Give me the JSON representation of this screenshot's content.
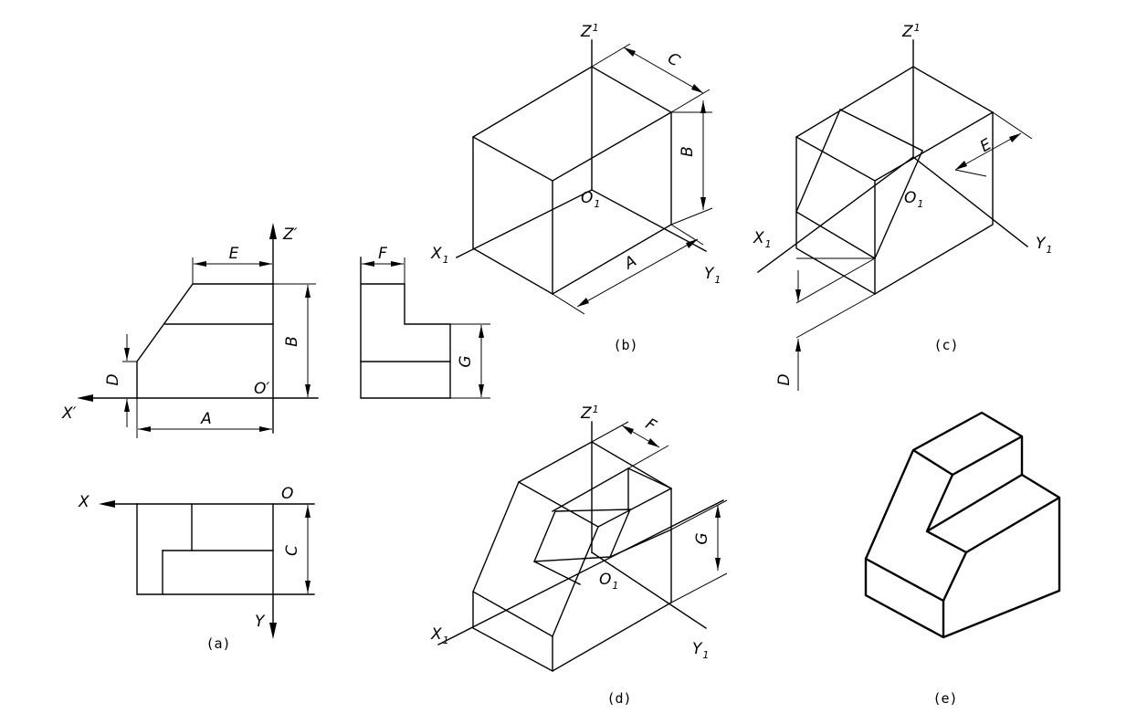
{
  "view_a": {
    "caption": "(a)",
    "axes": {
      "z": "Z′",
      "x_front": "X′",
      "origin_front": "O′",
      "x_top": "X",
      "origin_top": "O",
      "y_top": "Y"
    },
    "dims": {
      "E": "E",
      "B": "B",
      "D": "D",
      "A": "A",
      "C": "C"
    }
  },
  "side_view": {
    "dims": {
      "F": "F",
      "G": "G"
    }
  },
  "view_b": {
    "caption": "(b)",
    "axes": {
      "z": "Z",
      "x": "X",
      "y": "Y",
      "origin": "O",
      "sub": "1"
    },
    "dims": {
      "C": "C",
      "B": "B",
      "A": "A"
    }
  },
  "view_c": {
    "caption": "(c)",
    "axes": {
      "z": "Z",
      "x": "X",
      "y": "Y",
      "origin": "O",
      "sub": "1"
    },
    "dims": {
      "E": "E",
      "D": "D"
    }
  },
  "view_d": {
    "caption": "(d)",
    "axes": {
      "z": "Z",
      "x": "X",
      "y": "Y",
      "origin": "O",
      "sub": "1"
    },
    "dims": {
      "F": "F",
      "G": "G"
    }
  },
  "view_e": {
    "caption": "(e)"
  }
}
